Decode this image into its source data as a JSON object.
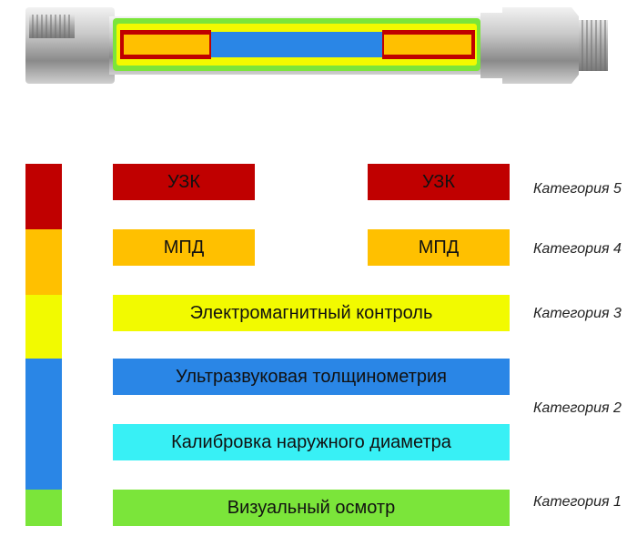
{
  "colors": {
    "red": "#C00000",
    "orange": "#FFC000",
    "yellow": "#F2FA00",
    "blue": "#2A86E6",
    "cyan": "#38F0F5",
    "green": "#7BE53A"
  },
  "methods": {
    "uzk_left": "УЗК",
    "uzk_right": "УЗК",
    "mpd_left": "МПД",
    "mpd_right": "МПД",
    "em_control": "Электромагнитный контроль",
    "ultrasonic_thickness": "Ультразвуковая толщинометрия",
    "od_calibration": "Калибровка наружного диаметра",
    "visual": "Визуальный осмотр"
  },
  "categories": {
    "c5": "Категория 5",
    "c4": "Категория 4",
    "c3": "Категория 3",
    "c2": "Категория 2",
    "c1": "Категория 1"
  }
}
